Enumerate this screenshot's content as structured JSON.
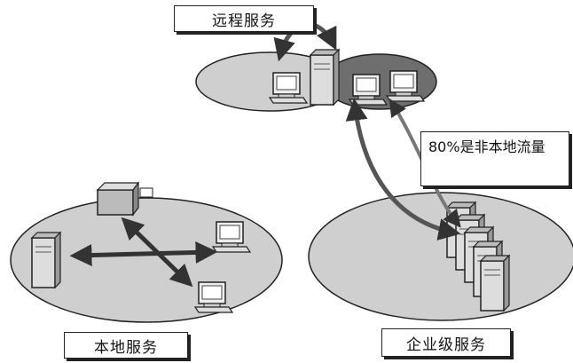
{
  "labels": {
    "remote": "远程服务",
    "local": "本地服务",
    "enterprise": "企业级服务",
    "traffic_line1": "80%是非本地",
    "traffic_line2": "流量"
  },
  "colors": {
    "ellipse_fill": "#c8c8c8",
    "ellipse_dark": "#6e6e6e",
    "arrow": "#555555",
    "outline": "#222222"
  }
}
